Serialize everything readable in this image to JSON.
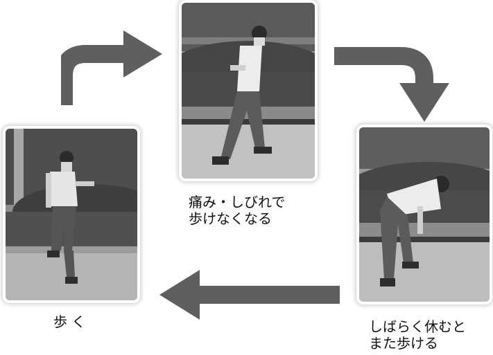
{
  "steps": {
    "walk": {
      "caption": "歩 く"
    },
    "pain": {
      "caption_lines": [
        "痛み・しびれで",
        "歩けなくなる"
      ]
    },
    "rest": {
      "caption_lines": [
        "しばらく休むと",
        "また歩ける"
      ]
    }
  },
  "arrows": [
    "curved-arrow-up-right",
    "curved-arrow-right-down",
    "straight-arrow-left"
  ],
  "colors": {
    "arrow": "#5f5f5f",
    "card_border": "#ffffff"
  }
}
